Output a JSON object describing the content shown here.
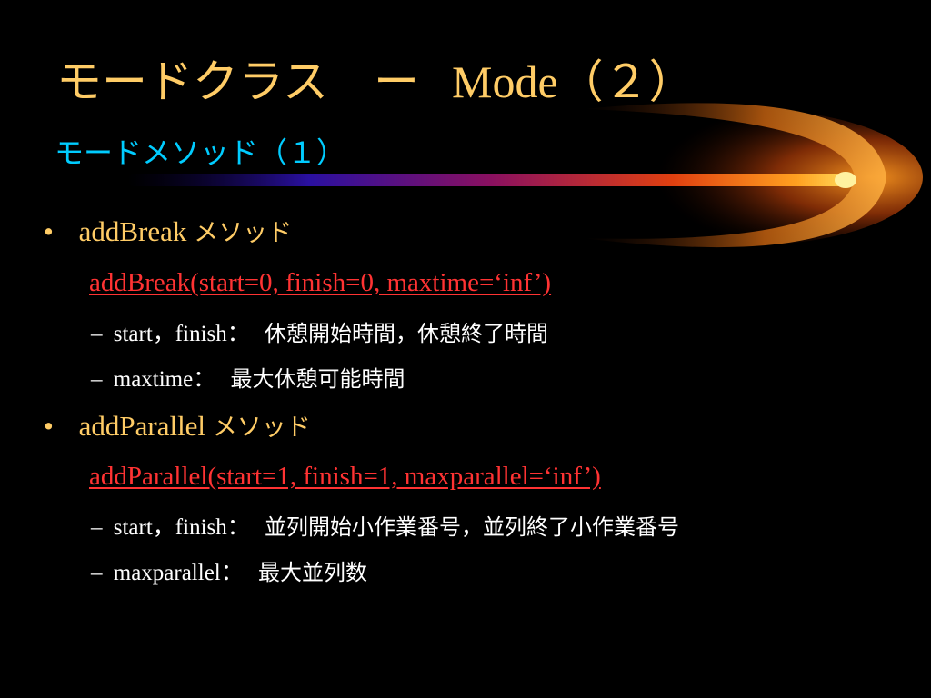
{
  "slide": {
    "title_jp": "モードクラス　ー",
    "title_latin": "Mode",
    "title_paren": "（２）",
    "subtitle": "モードメソッド（１）",
    "bullet_glyph": "•",
    "dash_glyph": "–",
    "colors": {
      "background": "#000000",
      "title": "#ffcc66",
      "subtitle": "#00ccff",
      "signature": "#ff3333",
      "body": "#ffffff"
    },
    "sections": [
      {
        "name": "addBreak",
        "suffix": "メソッド",
        "signature": "addBreak(start=0, finish=0, maxtime=‘inf’)",
        "params": [
          {
            "key": "start，finish：",
            "desc": "休憩開始時間，休憩終了時間"
          },
          {
            "key": "maxtime：",
            "desc": "最大休憩可能時間"
          }
        ]
      },
      {
        "name": "addParallel",
        "suffix": "メソッド",
        "signature": "addParallel(start=1, finish=1, maxparallel=‘inf’)",
        "params": [
          {
            "key": "start，finish：",
            "desc": "並列開始小作業番号，並列終了小作業番号"
          },
          {
            "key": "maxparallel：",
            "desc": "最大並列数"
          }
        ]
      }
    ]
  }
}
